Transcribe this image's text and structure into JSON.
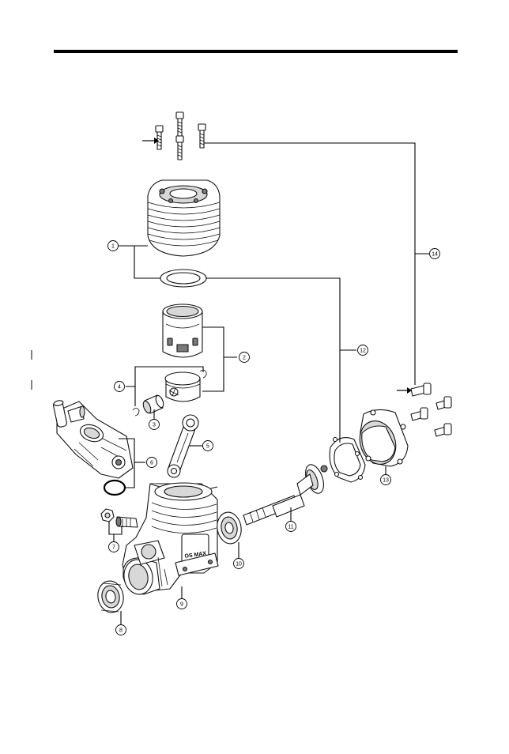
{
  "callouts": [
    {
      "n": "1"
    },
    {
      "n": "2"
    },
    {
      "n": "3"
    },
    {
      "n": "4"
    },
    {
      "n": "5"
    },
    {
      "n": "6"
    },
    {
      "n": "7"
    },
    {
      "n": "8"
    },
    {
      "n": "9"
    },
    {
      "n": "10"
    },
    {
      "n": "11"
    },
    {
      "n": "12"
    },
    {
      "n": "13"
    },
    {
      "n": "14"
    }
  ],
  "logo_text": "OS MAX",
  "colors": {
    "ink": "#111111",
    "paper": "#ffffff",
    "shade": "#d8d8d8",
    "dark": "#7a7a7a"
  }
}
